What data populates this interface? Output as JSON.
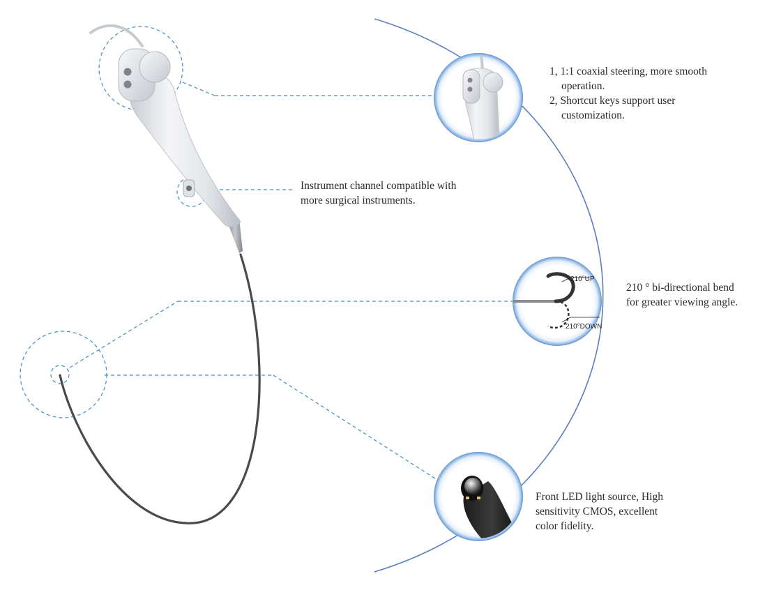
{
  "colors": {
    "arc": "#5b7fbd",
    "leader": "#3f8fc0",
    "cable": "#4a4a4a",
    "bubble_rim": "#6b9fd8",
    "text": "#2a2a2a"
  },
  "callouts": {
    "handle": {
      "lines": [
        "1, 1:1 coaxial steering, more smooth",
        "operation.",
        "2, Shortcut keys support user",
        "customization."
      ]
    },
    "channel": {
      "lines": [
        "Instrument channel compatible with",
        "more surgical instruments."
      ]
    },
    "bend": {
      "lines": [
        "210 ° bi-directional bend",
        "for greater viewing angle."
      ],
      "up_label": "210°UP",
      "down_label": "210°DOWN"
    },
    "camera": {
      "lines": [
        "Front LED light source, High",
        "sensitivity CMOS, excellent",
        "color fidelity."
      ]
    }
  }
}
